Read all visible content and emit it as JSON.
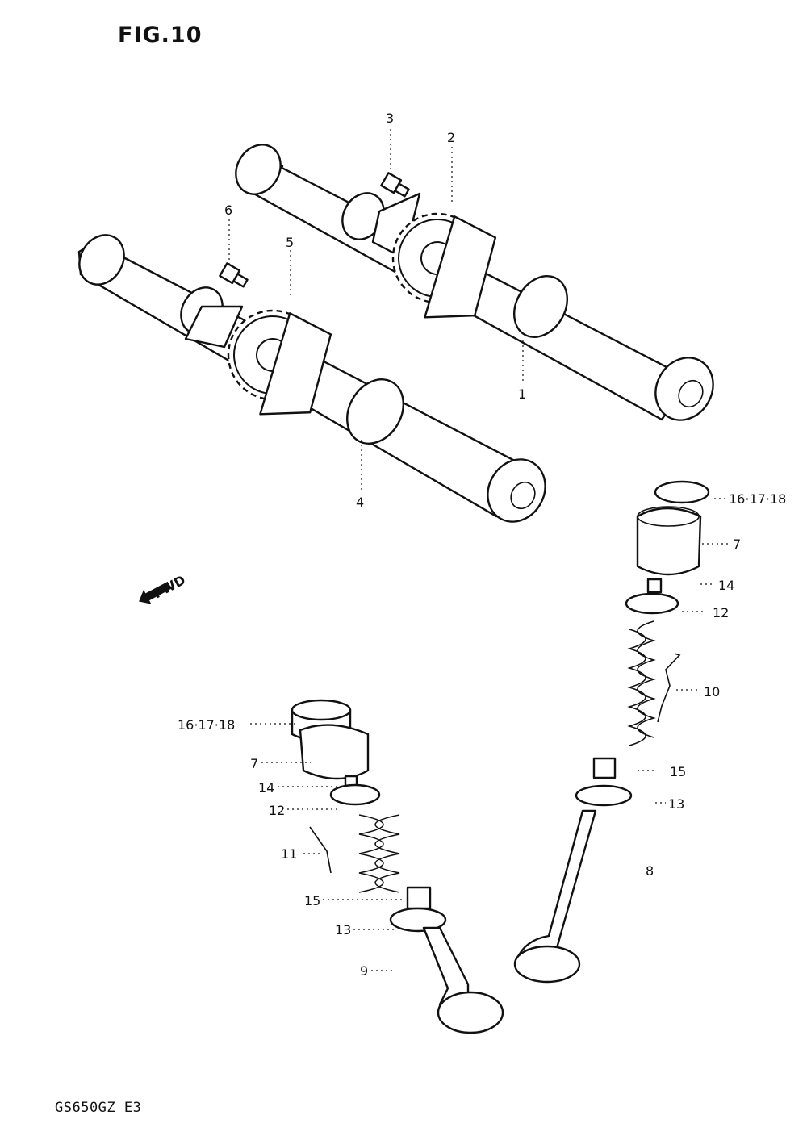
{
  "figure": {
    "title": "FIG.10",
    "model_code": "GS650GZ E3"
  },
  "direction_marker": {
    "icon": "fwd-arrow-icon",
    "label": "FWD"
  },
  "callouts": {
    "c1": "1",
    "c2": "2",
    "c3": "3",
    "c4": "4",
    "c5": "5",
    "c6": "6",
    "c7a": "7",
    "c7b": "7",
    "c8": "8",
    "c9": "9",
    "c10": "10",
    "c11": "11",
    "c12a": "12",
    "c12b": "12",
    "c13a": "13",
    "c13b": "13",
    "c14a": "14",
    "c14b": "14",
    "c15a": "15",
    "c15b": "15",
    "c16a": "16·17·18",
    "c16b": "16·17·18"
  }
}
